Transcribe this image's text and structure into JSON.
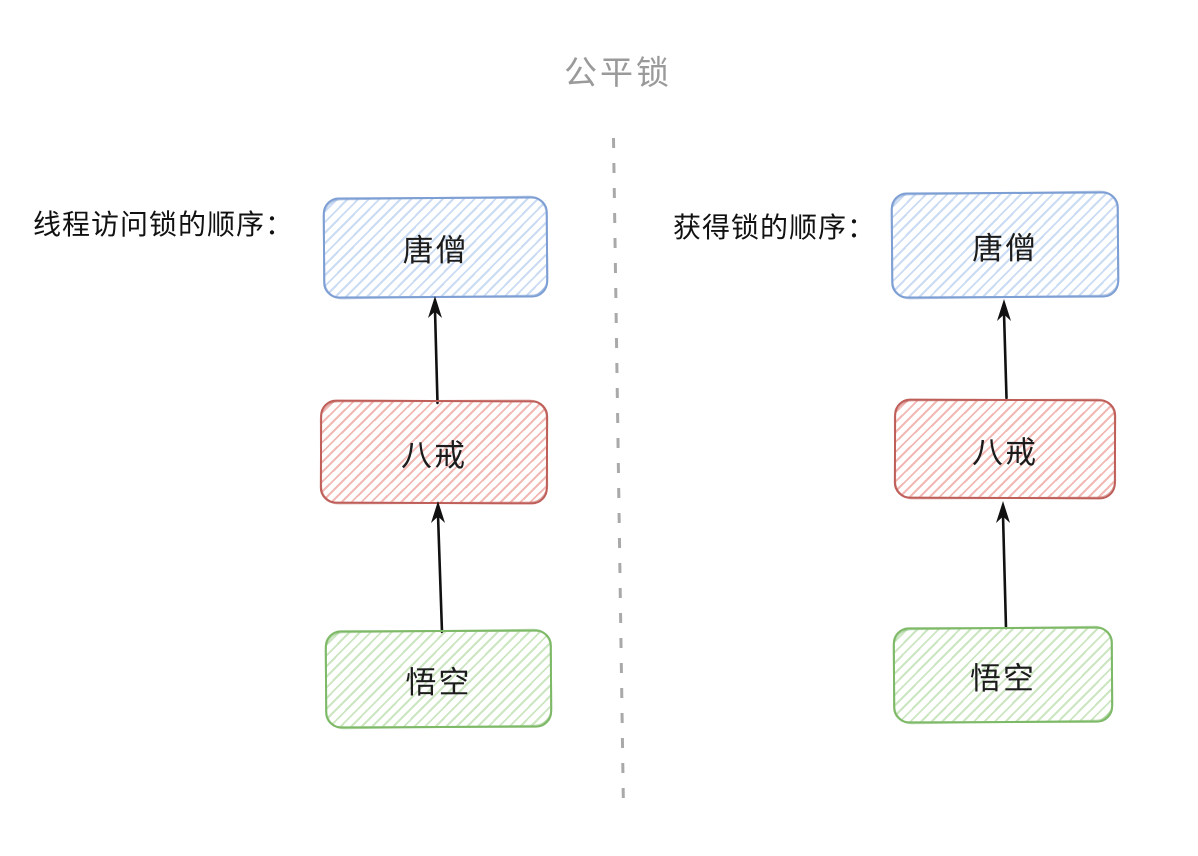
{
  "title": "公平锁",
  "left_panel": {
    "label": "线程访问锁的顺序：",
    "nodes": [
      {
        "label": "唐僧",
        "color_name": "blue"
      },
      {
        "label": "八戒",
        "color_name": "red"
      },
      {
        "label": "悟空",
        "color_name": "green"
      }
    ]
  },
  "right_panel": {
    "label": "获得锁的顺序：",
    "nodes": [
      {
        "label": "唐僧",
        "color_name": "blue"
      },
      {
        "label": "八戒",
        "color_name": "red"
      },
      {
        "label": "悟空",
        "color_name": "green"
      }
    ]
  },
  "arrows": {
    "direction": "up",
    "left": [
      "悟空→八戒",
      "八戒→唐僧"
    ],
    "right": [
      "悟空→八戒",
      "八戒→唐僧"
    ]
  },
  "colors": {
    "blue_stroke": "#7d9fd4",
    "blue_hatch": "#cadcf3",
    "red_stroke": "#bf5f5a",
    "red_hatch": "#f2b9b4",
    "green_stroke": "#7db967",
    "green_hatch": "#cbe6c1",
    "title_gray": "#9a9a9a",
    "divider_gray": "#a9a9a9",
    "arrow_color": "#111111",
    "label_color": "#111111",
    "background": "#ffffff"
  }
}
